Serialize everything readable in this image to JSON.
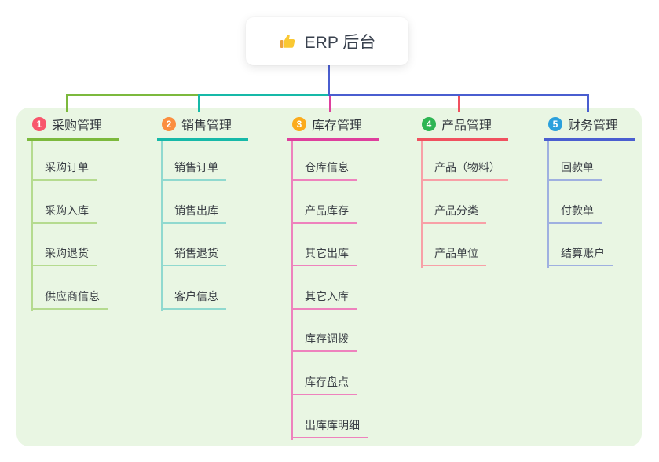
{
  "app": {
    "title": "ERP 后台",
    "title_icon": "thumbs-up-icon"
  },
  "colors": {
    "page_bg": "#ffffff",
    "panel_bg": "#e9f6e3",
    "root_line": "#4a5ed0",
    "root_text": "#39414e",
    "header_text": "#33383e",
    "child_text": "#3a3f45",
    "icon_hand": "#fac832",
    "icon_sleeve": "#eda33c"
  },
  "branches": [
    {
      "num": "1",
      "label": "采购管理",
      "badge_color": "#f8566c",
      "line_color": "#7cb93d",
      "child_line_color": "#b5db8f",
      "children": [
        "采购订单",
        "采购入库",
        "采购退货",
        "供应商信息"
      ]
    },
    {
      "num": "2",
      "label": "销售管理",
      "badge_color": "#fb8e3f",
      "line_color": "#17b9a8",
      "child_line_color": "#90d9cf",
      "children": [
        "销售订单",
        "销售出库",
        "销售退货",
        "客户信息"
      ]
    },
    {
      "num": "3",
      "label": "库存管理",
      "badge_color": "#fbab1c",
      "line_color": "#de3f9d",
      "child_line_color": "#ee82bd",
      "children": [
        "仓库信息",
        "产品库存",
        "其它出库",
        "其它入库",
        "库存调拨",
        "库存盘点",
        "出库库明细"
      ]
    },
    {
      "num": "4",
      "label": "产品管理",
      "badge_color": "#2eb553",
      "line_color": "#f0515f",
      "child_line_color": "#f8a0a7",
      "children": [
        "产品（物料）",
        "产品分类",
        "产品单位"
      ]
    },
    {
      "num": "5",
      "label": "财务管理",
      "badge_color": "#2ba0dc",
      "line_color": "#4a5ed0",
      "child_line_color": "#9fb0e0",
      "children": [
        "回款单",
        "付款单",
        "结算账户"
      ]
    }
  ]
}
